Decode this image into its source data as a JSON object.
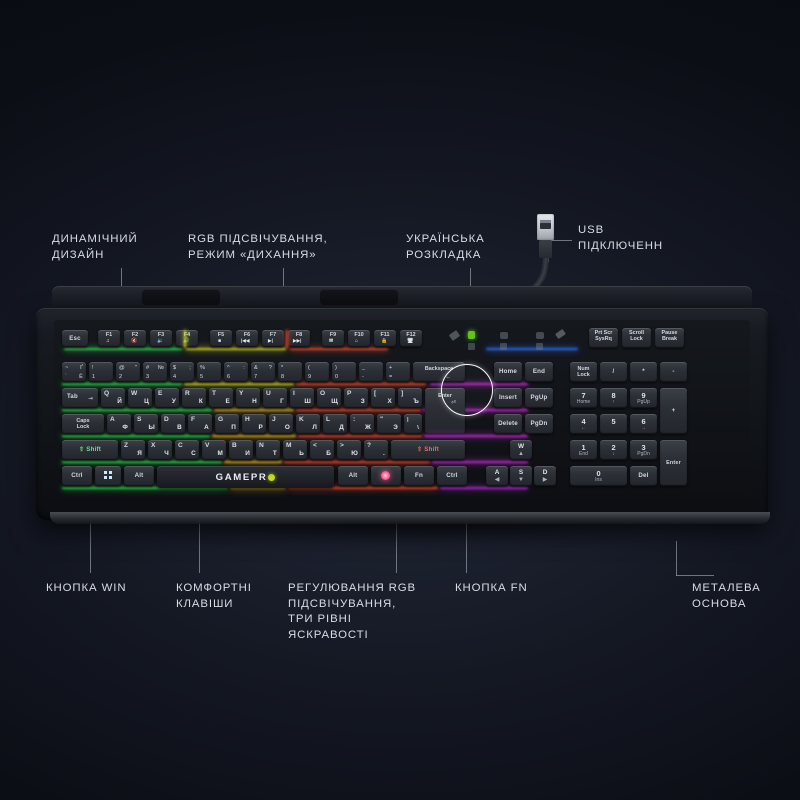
{
  "page": {
    "title": "GAMEPRO RGB gaming keyboard product infographic",
    "background_color": "#141823",
    "accent_color": "#a8e01e"
  },
  "callouts": [
    {
      "id": "dynamic-design",
      "text": "ДИНАМІЧНИЙ\nДИЗАЙН"
    },
    {
      "id": "rgb-breathing",
      "text": "RGB ПІДСВІЧУВАННЯ,\nРЕЖИМ «ДИХАННЯ»"
    },
    {
      "id": "ukrainian-layout",
      "text": "УКРАЇНСЬКА\nРОЗКЛАДКА"
    },
    {
      "id": "usb-connection",
      "text": "USB\nПІДКЛЮЧЕНН"
    },
    {
      "id": "win-key",
      "text": "КНОПКА WIN"
    },
    {
      "id": "comfort-keys",
      "text": "КОМФОРТНІ\nКЛАВІШИ"
    },
    {
      "id": "rgb-brightness",
      "text": "РЕГУЛЮВАННЯ RGB\nПІДСВІЧУВАННЯ,\nТРИ РІВНІ\nЯСКРАВОСТІ"
    },
    {
      "id": "fn-key",
      "text": "КНОПКА FN"
    },
    {
      "id": "metal-base",
      "text": "МЕТАЛЕВА\nОСНОВА"
    }
  ],
  "keyboard": {
    "brand": "GAMEPR",
    "brand_mark": "O",
    "function_row": [
      {
        "main": "Esc"
      },
      {
        "main": "F1",
        "icon": "♫"
      },
      {
        "main": "F2",
        "icon": "🔇"
      },
      {
        "main": "F3",
        "icon": "🔉"
      },
      {
        "main": "F4",
        "icon": "🔊"
      },
      {
        "main": "F5",
        "icon": "■"
      },
      {
        "main": "F6",
        "icon": "|◀◀"
      },
      {
        "main": "F7",
        "icon": "▶|"
      },
      {
        "main": "F8",
        "icon": "▶▶|"
      },
      {
        "main": "F9",
        "icon": "✉"
      },
      {
        "main": "F10",
        "icon": "⌂"
      },
      {
        "main": "F11",
        "icon": "🔒"
      },
      {
        "main": "F12",
        "icon": "🖥"
      }
    ],
    "system_keys": [
      {
        "label": "Prt Scr\nSysRq"
      },
      {
        "label": "Scroll\nLock"
      },
      {
        "label": "Pause\nBreak"
      }
    ],
    "number_row": [
      {
        "tl": "~",
        "bl": "`",
        "tr": "Ґ",
        "br": "Ё"
      },
      {
        "tl": "!",
        "bl": "1"
      },
      {
        "tl": "@",
        "bl": "2",
        "tr": "\""
      },
      {
        "tl": "#",
        "bl": "3",
        "tr": "№"
      },
      {
        "tl": "$",
        "bl": "4",
        "tr": ";"
      },
      {
        "tl": "%",
        "bl": "5"
      },
      {
        "tl": "^",
        "bl": "6",
        "tr": ":"
      },
      {
        "tl": "&",
        "bl": "7",
        "tr": "?"
      },
      {
        "tl": "*",
        "bl": "8"
      },
      {
        "tl": "(",
        "bl": "9"
      },
      {
        "tl": ")",
        "bl": "0"
      },
      {
        "tl": "_",
        "bl": "-"
      },
      {
        "tl": "+",
        "bl": "="
      },
      {
        "main": "Backspace",
        "icon": "←"
      }
    ],
    "qwerty_row": [
      {
        "main": "Tab",
        "icon": "⇥"
      },
      {
        "lat": "Q",
        "cyr": "Й"
      },
      {
        "lat": "W",
        "cyr": "Ц"
      },
      {
        "lat": "E",
        "cyr": "У"
      },
      {
        "lat": "R",
        "cyr": "К"
      },
      {
        "lat": "T",
        "cyr": "Е"
      },
      {
        "lat": "Y",
        "cyr": "Н"
      },
      {
        "lat": "U",
        "cyr": "Г"
      },
      {
        "lat": "I",
        "cyr": "Ш"
      },
      {
        "lat": "O",
        "cyr": "Щ"
      },
      {
        "lat": "P",
        "cyr": "З"
      },
      {
        "lat": "[",
        "cyr": "Х"
      },
      {
        "lat": "]",
        "cyr": "Ъ",
        "highlighted": true
      },
      {
        "main": "Enter",
        "icon": "⏎"
      }
    ],
    "home_row": [
      {
        "main": "Caps\nLock"
      },
      {
        "lat": "A",
        "cyr": "Ф"
      },
      {
        "lat": "S",
        "cyr": "Ы"
      },
      {
        "lat": "D",
        "cyr": "В"
      },
      {
        "lat": "F",
        "cyr": "А"
      },
      {
        "lat": "G",
        "cyr": "П"
      },
      {
        "lat": "H",
        "cyr": "Р"
      },
      {
        "lat": "J",
        "cyr": "О"
      },
      {
        "lat": "K",
        "cyr": "Л"
      },
      {
        "lat": "L",
        "cyr": "Д"
      },
      {
        "lat": ":",
        "cyr": "Ж"
      },
      {
        "lat": "\"",
        "cyr": "Э"
      },
      {
        "lat": "|",
        "cyr": "\\"
      }
    ],
    "shift_row": [
      {
        "main": "Shift",
        "icon": "⇧"
      },
      {
        "lat": "Z",
        "cyr": "Я"
      },
      {
        "lat": "X",
        "cyr": "Ч"
      },
      {
        "lat": "C",
        "cyr": "С"
      },
      {
        "lat": "V",
        "cyr": "М"
      },
      {
        "lat": "B",
        "cyr": "И"
      },
      {
        "lat": "N",
        "cyr": "Т"
      },
      {
        "lat": "M",
        "cyr": "Ь"
      },
      {
        "lat": "<",
        "cyr": "Б"
      },
      {
        "lat": ">",
        "cyr": "Ю"
      },
      {
        "lat": "?",
        "cyr": "."
      },
      {
        "main": "Shift",
        "icon": "⇧"
      }
    ],
    "bottom_row": [
      {
        "main": "Ctrl"
      },
      {
        "main": "Win",
        "icon": "win-logo"
      },
      {
        "main": "Alt"
      },
      {
        "main": "Space"
      },
      {
        "main": "Alt"
      },
      {
        "main": "RGB",
        "icon": "led"
      },
      {
        "main": "Fn"
      },
      {
        "main": "Ctrl"
      }
    ],
    "nav_cluster": [
      {
        "main": "Home"
      },
      {
        "main": "End"
      },
      {
        "main": "Insert"
      },
      {
        "main": "PgUp"
      },
      {
        "main": "Delete"
      },
      {
        "main": "PgDn"
      }
    ],
    "arrow_keys": [
      {
        "letter": "W",
        "arrow": "▲"
      },
      {
        "letter": "A",
        "arrow": "◀"
      },
      {
        "letter": "S",
        "arrow": "▼"
      },
      {
        "letter": "D",
        "arrow": "▶"
      }
    ],
    "numpad": [
      {
        "main": "Num\nLock"
      },
      {
        "main": "/"
      },
      {
        "main": "*"
      },
      {
        "main": "-"
      },
      {
        "num": "7",
        "sub": "Home"
      },
      {
        "num": "8",
        "sub": "↑"
      },
      {
        "num": "9",
        "sub": "PgUp"
      },
      {
        "main": "+"
      },
      {
        "num": "4",
        "sub": "←"
      },
      {
        "num": "5",
        "sub": ""
      },
      {
        "num": "6",
        "sub": "→"
      },
      {
        "num": "1",
        "sub": "End"
      },
      {
        "num": "2",
        "sub": "↓"
      },
      {
        "num": "3",
        "sub": "PgDn"
      },
      {
        "main": "Enter"
      },
      {
        "num": "0",
        "sub": "Ins"
      },
      {
        "main": "Del"
      }
    ]
  }
}
